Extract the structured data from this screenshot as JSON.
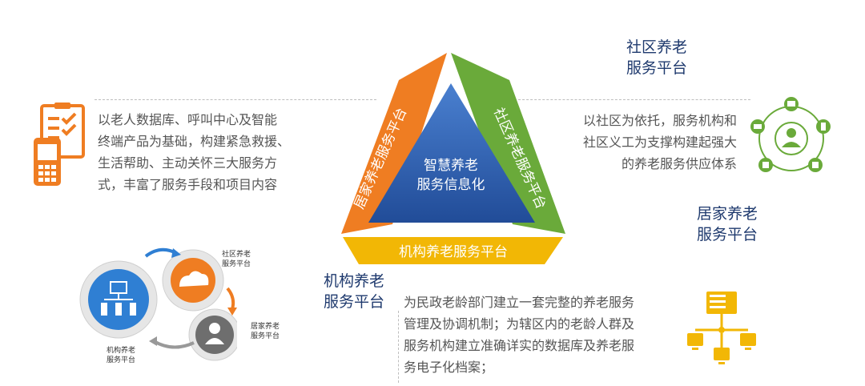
{
  "center": {
    "line1": "智慧养老",
    "line2": "服务信息化"
  },
  "triangle_sides": {
    "left": "居家养老服务平台",
    "right": "社区养老服务平台",
    "bottom": "机构养老服务平台"
  },
  "labels": {
    "community": {
      "line1": "社区养老",
      "line2": "服务平台"
    },
    "home": {
      "line1": "居家养老",
      "line2": "服务平台"
    },
    "institution": {
      "line1": "机构养老",
      "line2": "服务平台"
    }
  },
  "descriptions": {
    "home": [
      "以老人数据库、呼叫中心及智能",
      "终端产品为基础，构建紧急救援、",
      "生活帮助、主动关怀三大服务方",
      "式，丰富了服务手段和项目内容"
    ],
    "community": [
      "以社区为依托，服务机构和",
      "社区义工为支撑构建起强大",
      "的养老服务供应体系"
    ],
    "institution": [
      "为民政老龄部门建立一套完整的养老服务",
      "管理及协调机制；为辖区内的老龄人群及",
      "服务机构建立准确详实的数据库及养老服",
      "务电子化档案；"
    ]
  },
  "gear_labels": {
    "community": {
      "line1": "社区养老",
      "line2": "服务平台"
    },
    "home": {
      "line1": "居家养老",
      "line2": "服务平台"
    },
    "institution": {
      "line1": "机构养老",
      "line2": "服务平台"
    }
  },
  "colors": {
    "orange": "#ef7d22",
    "green": "#6aaa3a",
    "yellow": "#f2b705",
    "blue": "#2d5ba8",
    "navy": "#1f3a6e"
  },
  "icons": [
    "clipboard-phone-icon",
    "network-circle-icon",
    "server-network-icon",
    "gear-cycle-icon"
  ]
}
